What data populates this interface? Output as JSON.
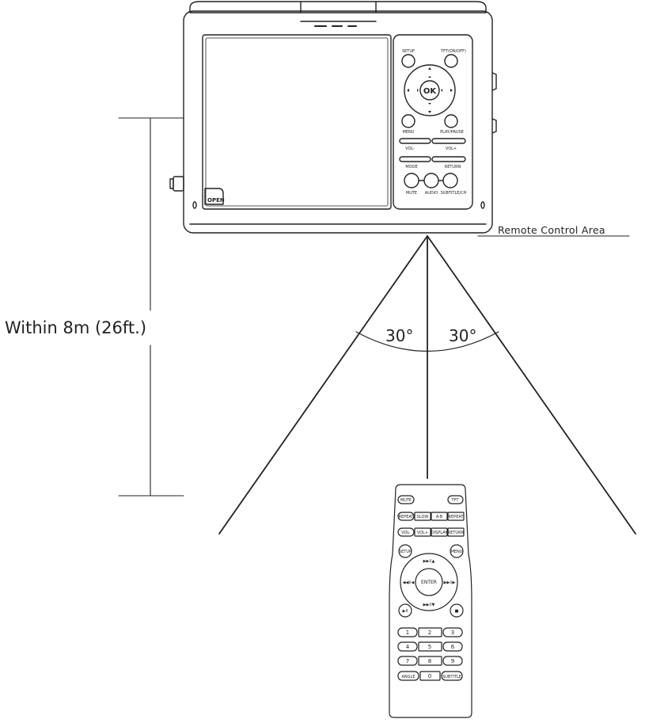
{
  "annotations": {
    "distance": "Within 8m (26ft.)",
    "angle_left": "30°",
    "angle_right": "30°",
    "remote_area": "Remote Control Area"
  },
  "player": {
    "open_label": "OPEN",
    "setup": "SETUP",
    "tft": "TFT(ON/OFF)",
    "ok": "OK",
    "menu": "MENU",
    "play_pause": "PLAY/PAUSE",
    "vol_minus": "VOL-",
    "vol_plus": "VOL+",
    "mode": "MODE",
    "return": "RETURN",
    "mute": "MUTE",
    "audio": "AUDIO",
    "subtitle_ch": "SUBTITLE/CH"
  },
  "remote": {
    "mute": "MUTE",
    "tft": "TFT",
    "row2": [
      "REPEAT",
      "SLOW",
      "A-B",
      "REPEAT"
    ],
    "row3": [
      "VOL-",
      "VOL+",
      "DISPLAY",
      "RETURN"
    ],
    "setup": "SETUP",
    "menu": "MENU",
    "enter": "ENTER",
    "nav_up": "▶▶I/▲",
    "nav_down": "▶▶I/▼",
    "nav_left": "◀◀I/◀",
    "nav_right": "▶▶I/▶",
    "play_pause": "▶II",
    "stop": "■",
    "num_rows": [
      [
        "1",
        "2",
        "3"
      ],
      [
        "4",
        "5",
        "6"
      ],
      [
        "7",
        "8",
        "9"
      ],
      [
        "ANGLE",
        "0",
        "SUBTITLE"
      ]
    ]
  }
}
